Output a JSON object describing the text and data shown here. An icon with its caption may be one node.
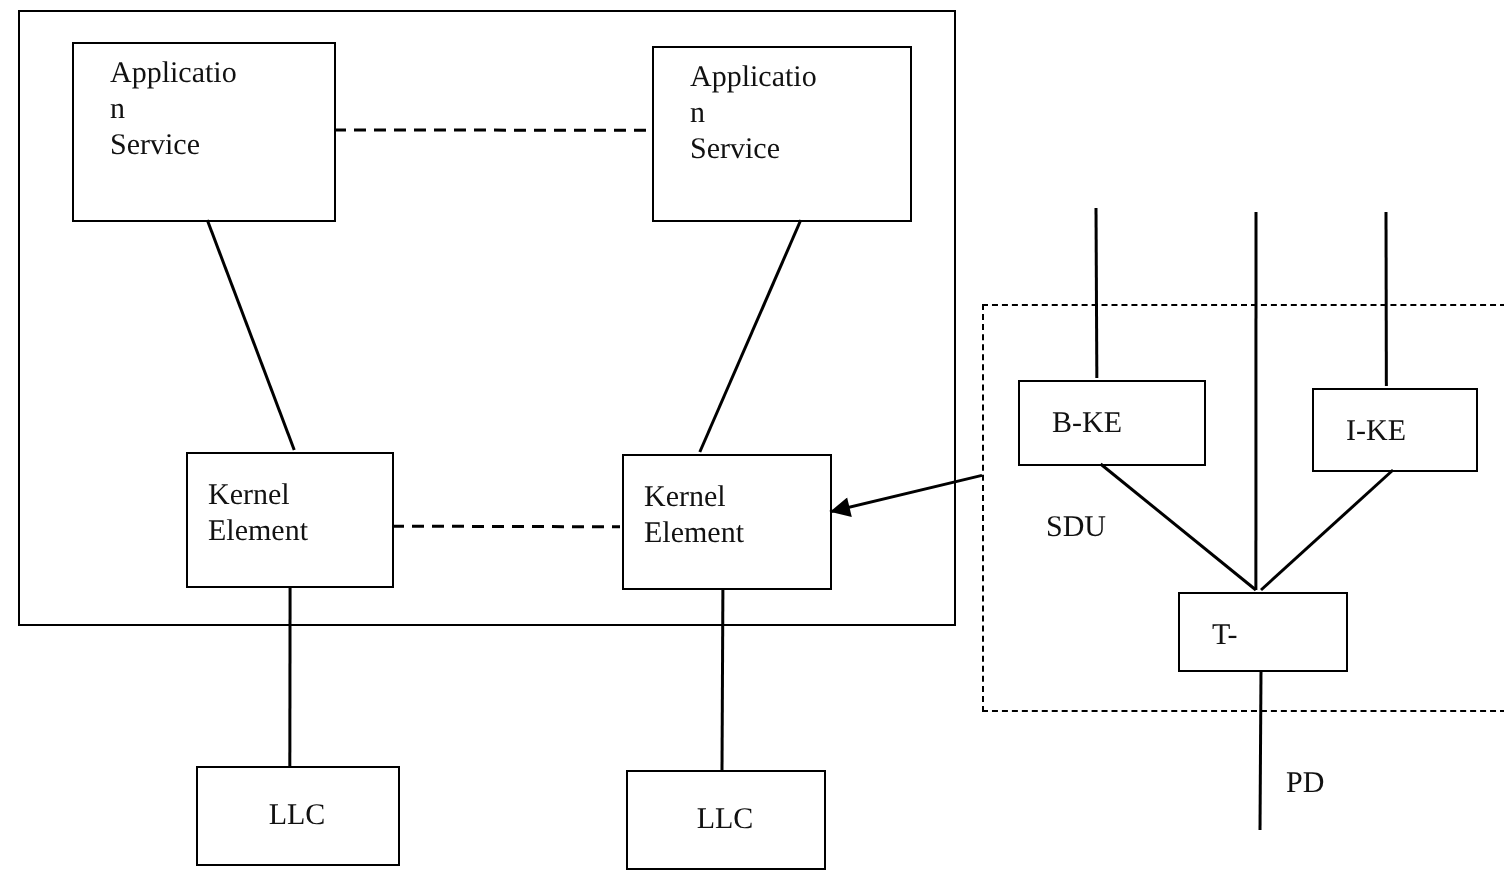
{
  "diagram": {
    "nodes": [
      {
        "text": [],
        "shape": "box"
      },
      {
        "text": [
          "Applicatio n Service"
        ],
        "in": 0
      },
      {
        "text": [
          "Applicatio n Service"
        ],
        "in": 0
      },
      {
        "text": [
          "Kernel Element"
        ],
        "in": 0
      },
      {
        "text": [
          "Kernel Element"
        ],
        "in": 0
      },
      {
        "text": [
          "LLC"
        ]
      },
      {
        "text": [
          "LLC"
        ]
      },
      {
        "text": [],
        "shape": "box"
      },
      {
        "text": [
          "B-KE"
        ],
        "in": 7
      },
      {
        "text": [
          "I-KE"
        ],
        "in": 7
      },
      {
        "text": [
          "T-"
        ],
        "in": 7
      }
    ],
    "edges": [
      {
        "from": 1,
        "to": 2,
        "arrow": "none",
        "style": "dashed"
      },
      {
        "from": 1,
        "to": 3,
        "arrow": "none"
      },
      {
        "from": 2,
        "to": 4,
        "arrow": "none"
      },
      {
        "from": 3,
        "to": 4,
        "arrow": "none",
        "style": "dashed"
      },
      {
        "from": 3,
        "to": 5,
        "arrow": "none"
      },
      {
        "from": 4,
        "to": 6,
        "arrow": "none"
      },
      {
        "from": 7,
        "to": 4,
        "arrow": "to"
      },
      {
        "from": 8,
        "to": 10,
        "arrow": "none",
        "label": "SDU"
      },
      {
        "from": 9,
        "to": 10,
        "arrow": "none"
      },
      {
        "from": null,
        "to": 8,
        "arrow": "none"
      },
      {
        "from": null,
        "to": 10,
        "arrow": "none"
      },
      {
        "from": null,
        "to": 9,
        "arrow": "none"
      },
      {
        "from": 10,
        "to": null,
        "arrow": "none",
        "label": "PD"
      }
    ]
  }
}
